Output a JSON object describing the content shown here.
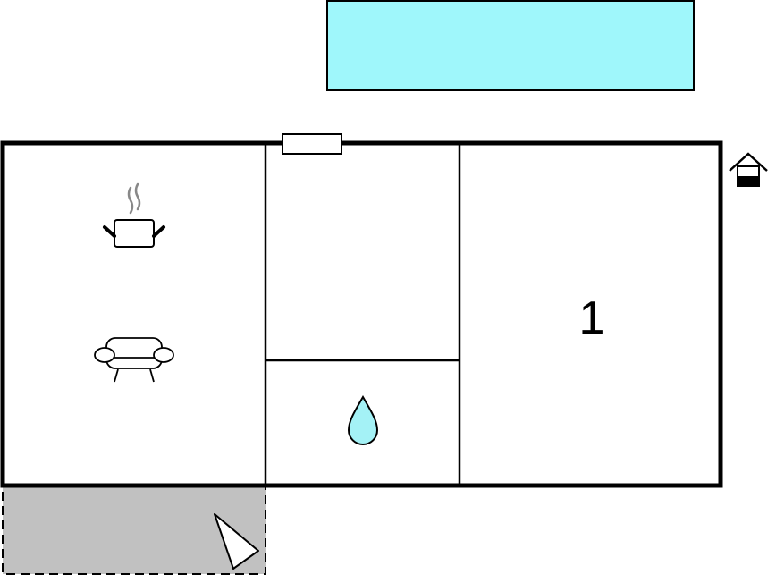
{
  "colors": {
    "pool": "#9ff7fb",
    "terrace": "#c1c1c1",
    "water_drop": "#a4f2f6",
    "walls": "#000000",
    "background": "#ffffff"
  },
  "rooms": {
    "living": {
      "icons": [
        "kitchen-pot-icon",
        "sofa-icon"
      ]
    },
    "hall": {
      "icons": []
    },
    "bathroom": {
      "icons": [
        "water-drop-icon"
      ]
    },
    "bedroom": {
      "label": "1"
    }
  },
  "features": [
    "swimming-pool",
    "window",
    "house-entrance-icon",
    "terrace",
    "compass-north-icon"
  ]
}
